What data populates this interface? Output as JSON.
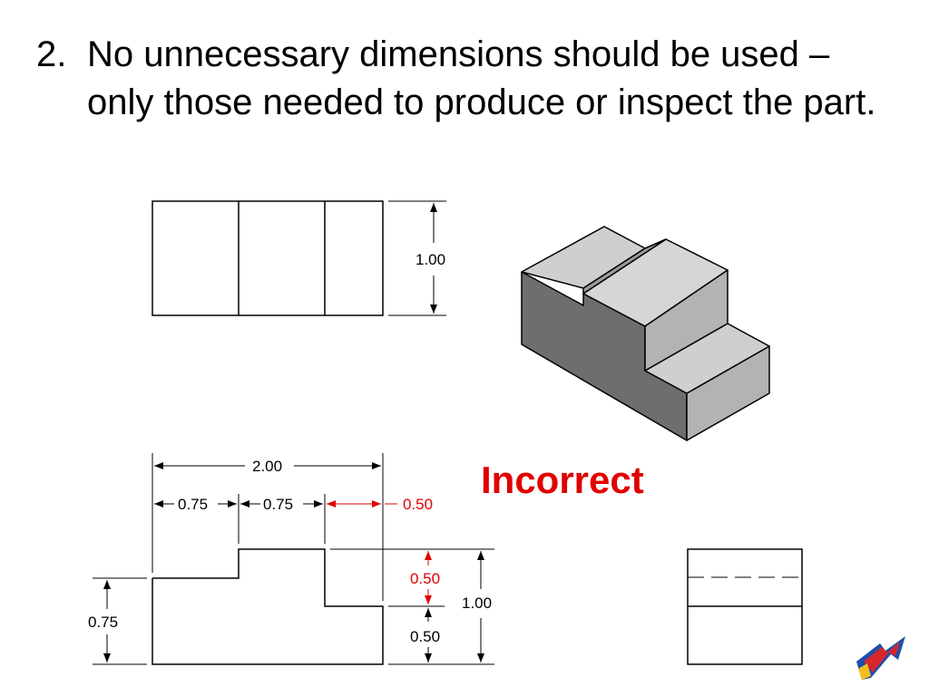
{
  "slide": {
    "point_number": "2.",
    "point_text": "No unnecessary dimensions should be used – only those needed to produce or inspect the part.",
    "verdict": "Incorrect"
  },
  "top_view": {
    "height_dim": "1.00"
  },
  "front_view": {
    "overall_width_dim": "2.00",
    "left_width_dim": "0.75",
    "middle_width_dim": "0.75",
    "redundant_right_width_dim": "0.50",
    "redundant_step_dim": "0.50",
    "lower_height_dim": "0.50",
    "overall_height_dim": "1.00",
    "left_height_dim": "0.75"
  },
  "colors": {
    "redundant": "#e00000",
    "line": "#000000",
    "iso_top": "#cfcfcf",
    "iso_front": "#6e6e6e",
    "iso_side": "#b3b3b3",
    "logo_red": "#d8262c",
    "logo_blue": "#1f4fa8"
  },
  "icons": {
    "logo": "arrow-logo-icon"
  }
}
